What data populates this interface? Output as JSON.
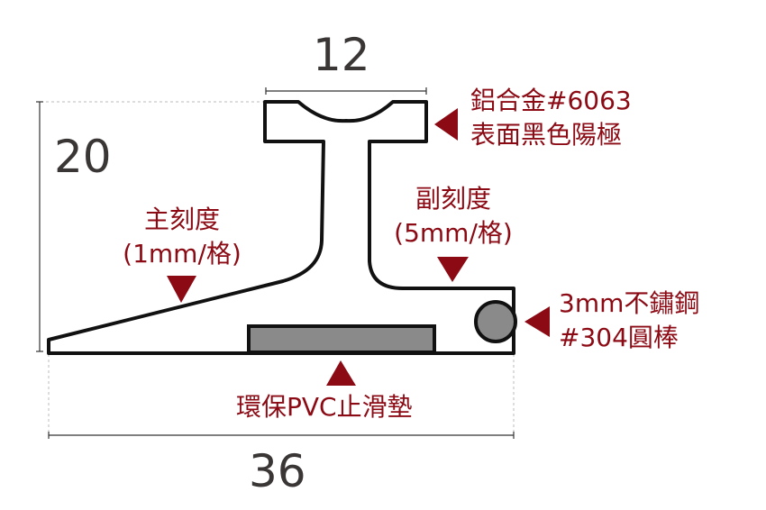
{
  "dimensions": {
    "width": "12",
    "height": "20",
    "length": "36"
  },
  "labels": {
    "material_line1": "鋁合金#6063",
    "material_line2": "表面黑色陽極",
    "main_scale_line1": "主刻度",
    "main_scale_line2": "(1mm/格)",
    "sub_scale_line1": "副刻度",
    "sub_scale_line2": "(5mm/格)",
    "rod_line1": "3mm不鏽鋼",
    "rod_line2": "#304圓棒",
    "pad": "環保PVC止滑墊"
  },
  "colors": {
    "accent": "#8b0a14",
    "outline": "#111111",
    "fill_gray": "#8a8a8a",
    "dimension_text": "#3a3636"
  }
}
